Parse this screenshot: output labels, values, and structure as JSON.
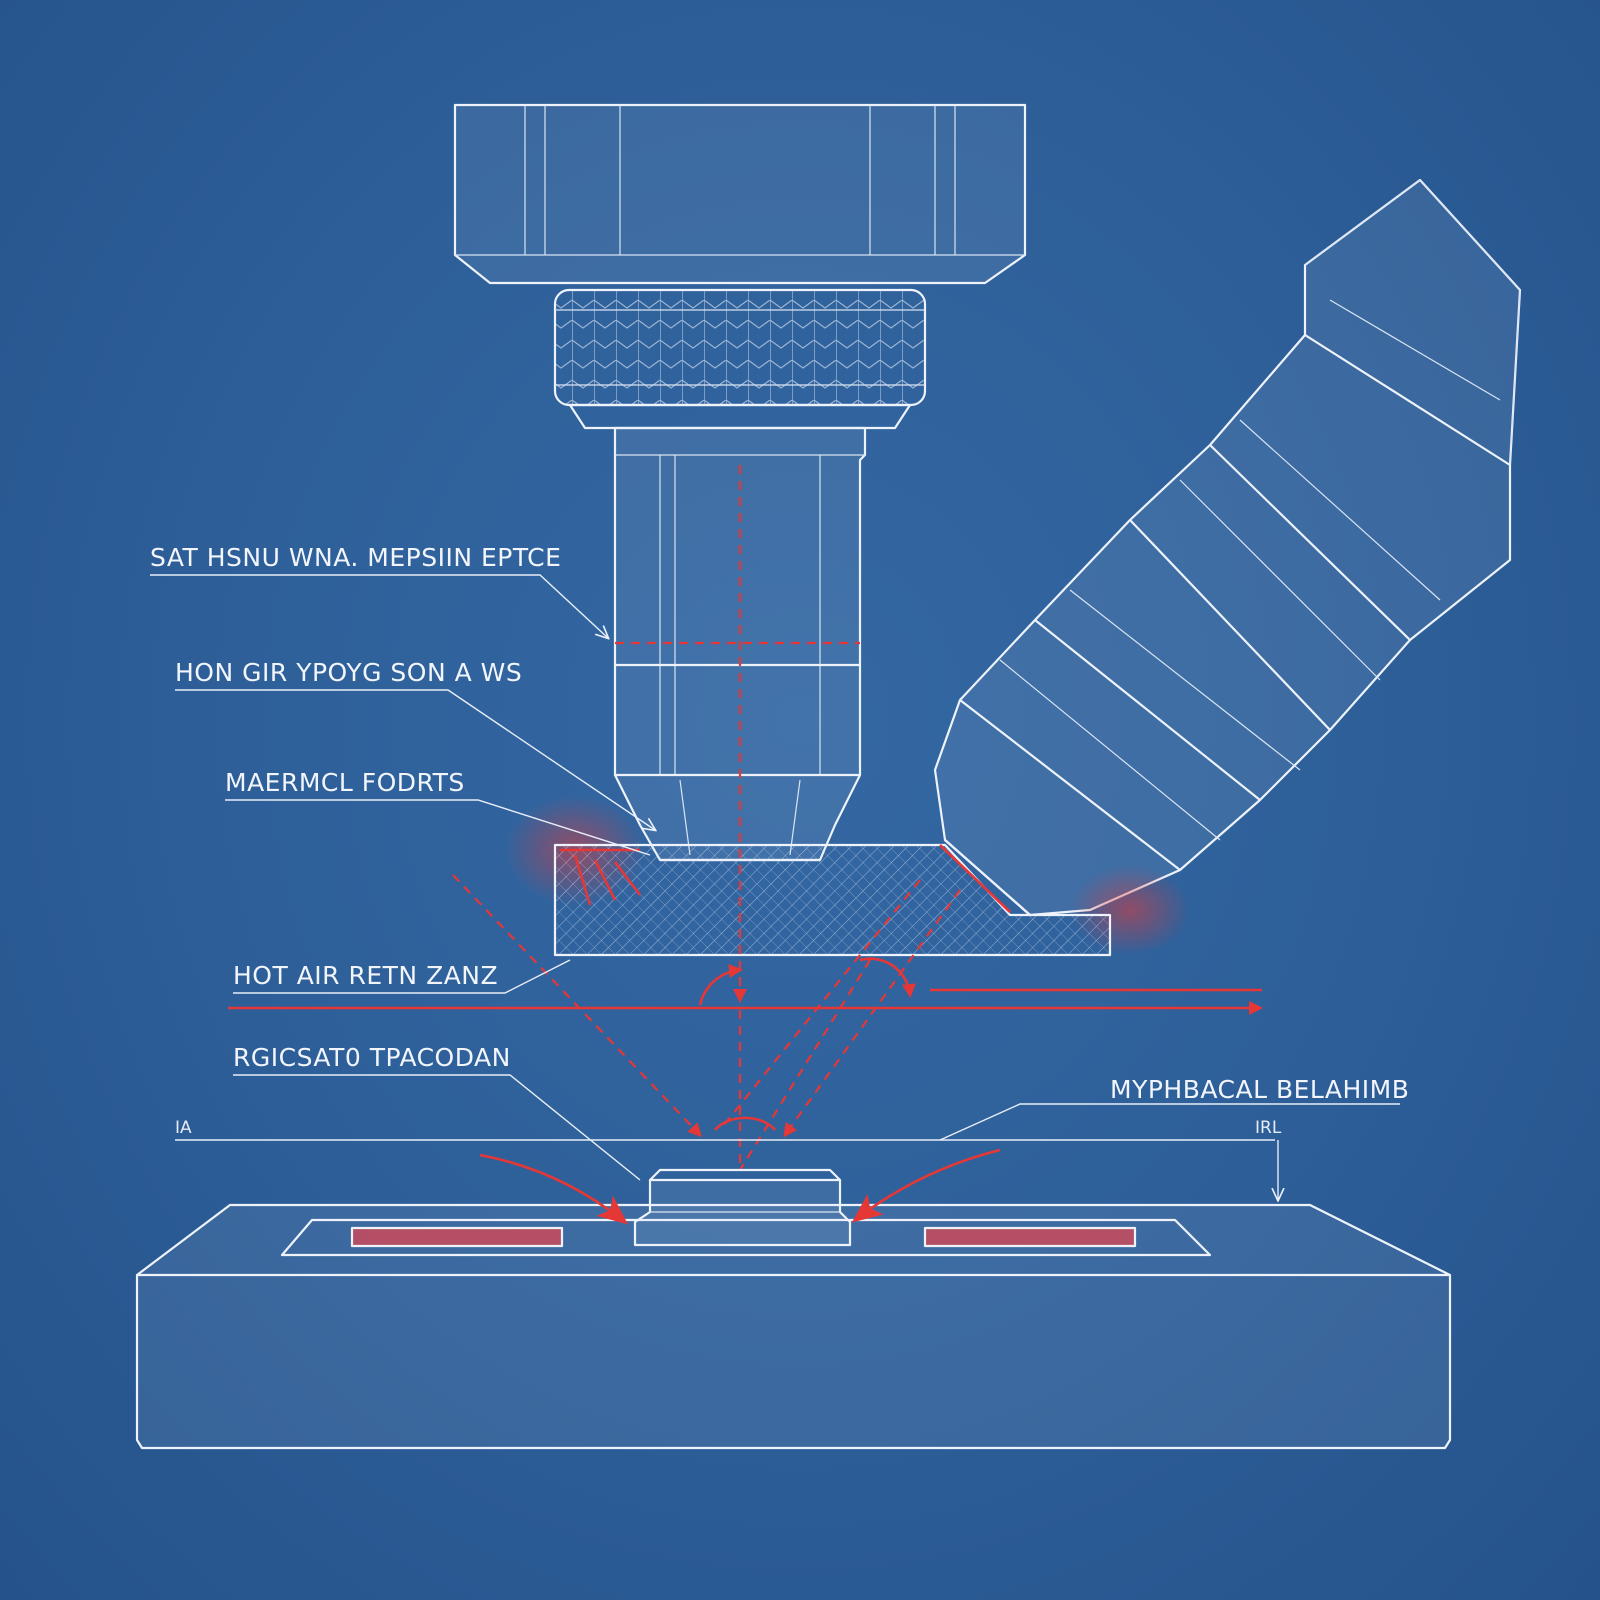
{
  "labels": {
    "label_1": "SAT HSNU WNA. MEPSIIN EPTCE",
    "label_2": "HON GIR YPOYG SON A WS",
    "label_3": "MAERMCL FODRTS",
    "label_4": "HOT AIR RETN ZANZ",
    "label_5": "RGICSAT0 TPACODAN",
    "label_6": "MYPHBACAL BELAHIMB"
  },
  "ticks": {
    "left": "IA",
    "right": "IRL"
  },
  "colors": {
    "background": "#2d5e98",
    "line": "#eef3fb",
    "accent_red": "#e63737"
  }
}
